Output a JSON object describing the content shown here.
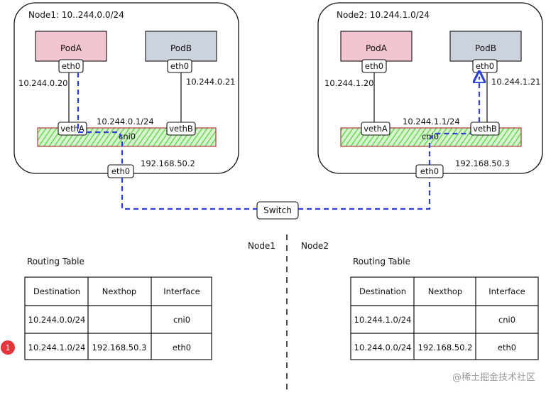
{
  "node1": {
    "title": "Node1: 10..244.0.0/24",
    "pod_a": "PodA",
    "pod_b": "PodB",
    "pod_a_eth": "eth0",
    "pod_b_eth": "eth0",
    "pod_a_ip": "10.244.0.20",
    "pod_b_ip": "10.244.0.21",
    "veth_a": "vethA",
    "veth_b": "vethB",
    "bridge_ip": "10.244.0.1/24",
    "bridge_name": "cni0",
    "host_eth": "eth0",
    "host_ip": "192.168.50.2"
  },
  "node2": {
    "title": "Node2: 10.244.1.0/24",
    "pod_a": "PodA",
    "pod_b": "PodB",
    "pod_a_eth": "eth0",
    "pod_b_eth": "eth0",
    "pod_a_ip": "10.244.1.20",
    "pod_b_ip": "10.244.1.21",
    "veth_a": "vethA",
    "veth_b": "vethB",
    "bridge_ip": "10.244.1.1/24",
    "bridge_name": "cni0",
    "host_eth": "eth0",
    "host_ip": "192.168.50.3"
  },
  "switch_label": "Switch",
  "divider_left": "Node1",
  "divider_right": "Node2",
  "routing_tables": [
    {
      "title": "Routing Table",
      "headers": [
        "Destination",
        "Nexthop",
        "Interface"
      ],
      "rows": [
        [
          "10.244.0.0/24",
          "",
          "cni0"
        ],
        [
          "10.244.1.0/24",
          "192.168.50.3",
          "eth0"
        ]
      ]
    },
    {
      "title": "Routing Table",
      "headers": [
        "Destination",
        "Nexthop",
        "Interface"
      ],
      "rows": [
        [
          "10.244.1.0/24",
          "",
          "cni0"
        ],
        [
          "10.244.0.0/24",
          "192.168.50.2",
          "eth0"
        ]
      ]
    }
  ],
  "marker_badge": "1",
  "watermark": "@稀土掘金技术社区",
  "colors": {
    "path": "#2b3fd6",
    "pod_a_fill": "#f2c4cf",
    "pod_b_fill": "#ccd3dd",
    "bridge_fill": "#8fe07a",
    "bridge_stroke": "#b23b3b",
    "badge": "#e5343a"
  }
}
